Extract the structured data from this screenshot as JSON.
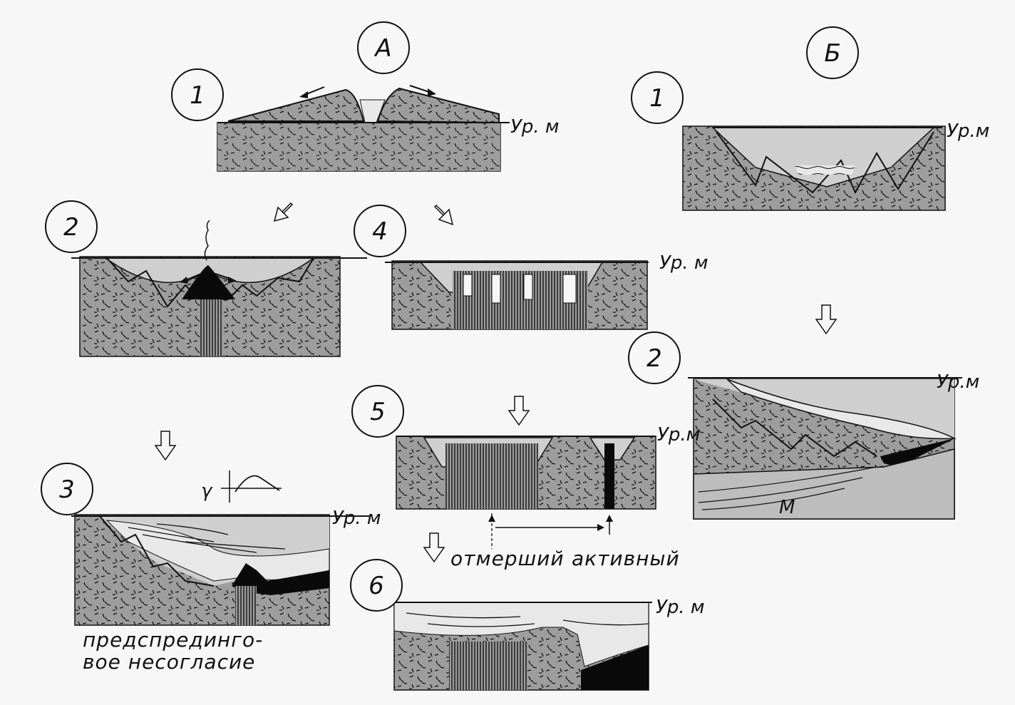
{
  "sea_level": "Ур.м",
  "sea_level_spaced": "Ур. м",
  "columns": {
    "a": "А",
    "b": "Б"
  },
  "stages": {
    "s1": "1",
    "s2": "2",
    "s3": "3",
    "s4": "4",
    "s5": "5",
    "s6": "6"
  },
  "gamma_symbol": "γ",
  "mantle_label": "М",
  "ridge_dead": "отмерший",
  "ridge_active": "активный",
  "unconformity_line1": "предспрединго-",
  "unconformity_line2": "вое несогласие",
  "colors": {
    "rock": "#9d9d9d",
    "water": "#cfcfcf",
    "sediment": "#e8e8e8",
    "magma": "#0a0a0a",
    "ink": "#111111"
  }
}
